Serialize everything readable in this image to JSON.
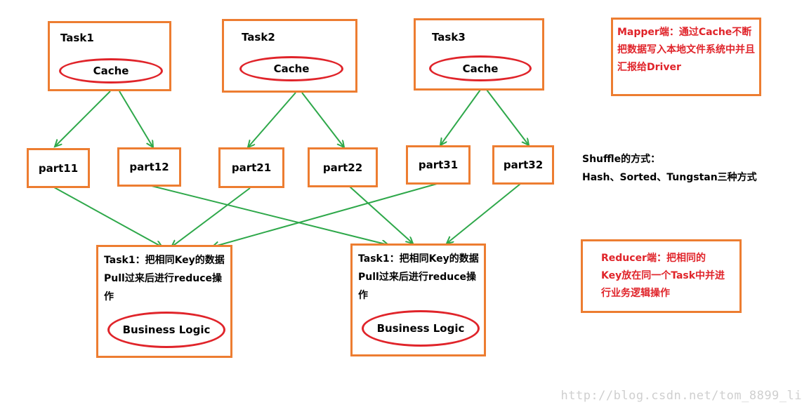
{
  "mapper_tasks": [
    {
      "label": "Task1",
      "cache": "Cache"
    },
    {
      "label": "Task2",
      "cache": "Cache"
    },
    {
      "label": "Task3",
      "cache": "Cache"
    }
  ],
  "parts": [
    "part11",
    "part12",
    "part21",
    "part22",
    "part31",
    "part32"
  ],
  "reducer_tasks": [
    {
      "text": "Task1：把相同Key的数据Pull过来后进行reduce操作",
      "logic": "Business Logic"
    },
    {
      "text": "Task1：把相同Key的数据Pull过来后进行reduce操作",
      "logic": "Business Logic"
    }
  ],
  "mapper_note": "Mapper端：通过Cache不断把数据写入本地文件系统中并且汇报给Driver",
  "shuffle_note": {
    "line1": "Shuffle的方式：",
    "line2": "Hash、Sorted、Tungstan三种方式"
  },
  "reducer_note": "Reducer端：把相同的Key放在同一个Task中并进行业务逻辑操作",
  "watermark": "http://blog.csdn.net/tom_8899_li",
  "colors": {
    "box_border": "#ed7d31",
    "ellipse": "#e0242a",
    "arrow": "#2ea84a",
    "note_text": "#e0242a"
  }
}
